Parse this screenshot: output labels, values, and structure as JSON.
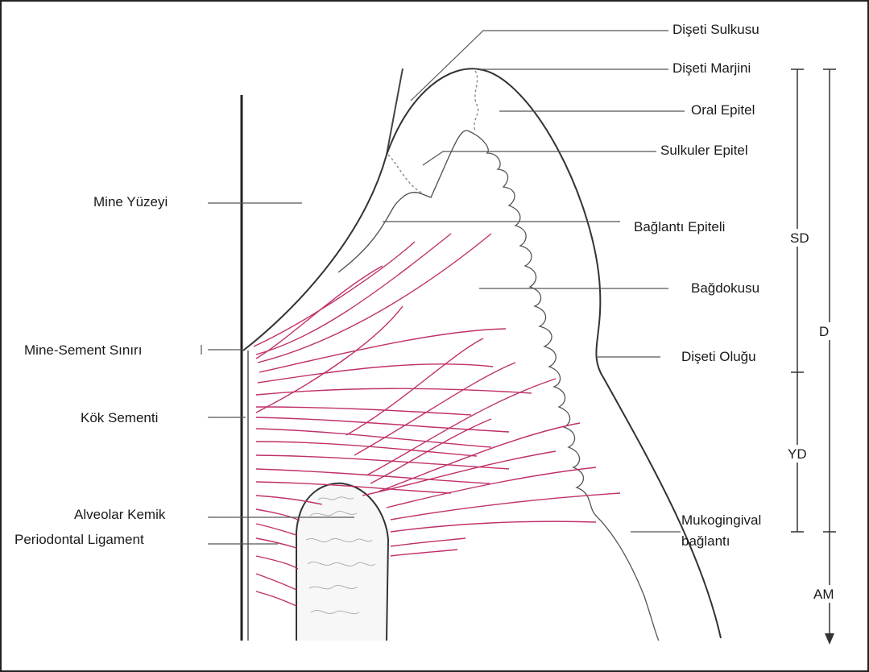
{
  "labels": {
    "diseti_sulkusu": "Dişeti Sulkusu",
    "diseti_marjini": "Dişeti Marjini",
    "oral_epitel": "Oral Epitel",
    "sulkuler_epitel": "Sulkuler Epitel",
    "baglanti_epiteli": "Bağlantı Epiteli",
    "bagdokusu": "Bağdokusu",
    "diseti_olugu": "Dişeti Oluğu",
    "mukogingival_1": "Mukogingival",
    "mukogingival_2": "bağlantı",
    "mine_yuzeyi": "Mine Yüzeyi",
    "mine_sement_siniri": "Mine-Sement Sınırı",
    "kok_sementi": "Kök Sementi",
    "alveolar_kemik": "Alveolar Kemik",
    "periodontal_ligament": "Periodontal Ligament"
  },
  "scale": {
    "sd": "SD",
    "d": "D",
    "yd": "YD",
    "am": "AM"
  },
  "colors": {
    "fibers": "#c0306a",
    "outline": "#333333",
    "leader": "#555555"
  }
}
